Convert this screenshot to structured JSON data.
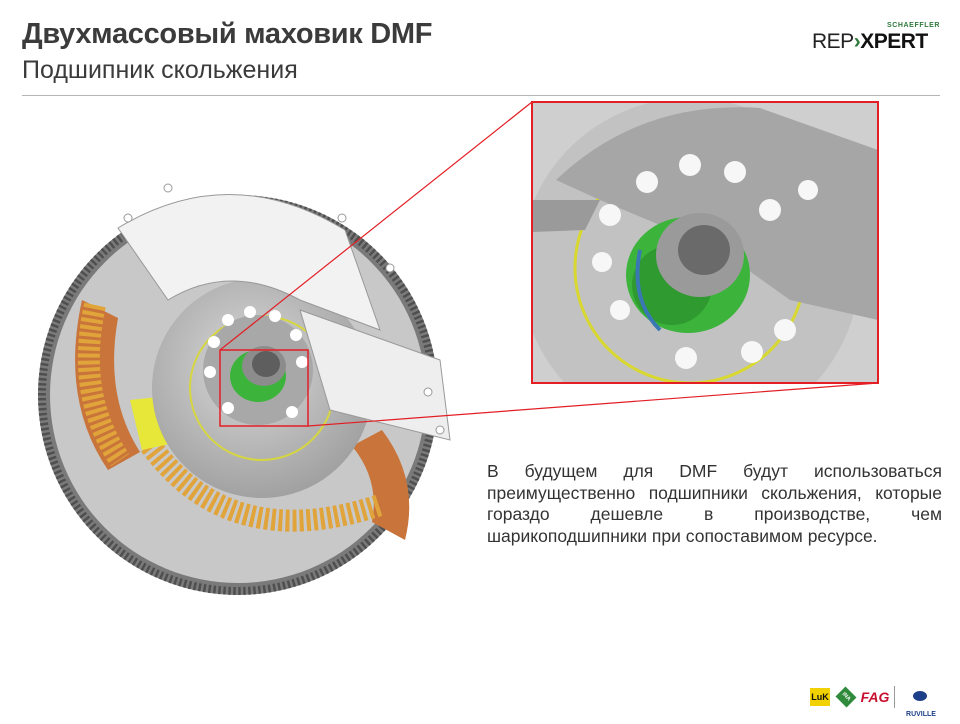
{
  "header": {
    "title": "Двухмассовый маховик DMF",
    "subtitle": "Подшипник скольжения"
  },
  "logo": {
    "schaeffler": "SCHAEFFLER",
    "rep": "REP",
    "xpert": "XPERT"
  },
  "body": {
    "text": "В будущем для DMF будут использоваться преимущественно подшипники скольжения, которые гораздо дешевле в производстве, чем шарикоподшипники при сопоставимом ресурсе."
  },
  "brands": {
    "luk": "LuK",
    "ina": "INA",
    "fag": "FAG",
    "ruville": "RUVILLE"
  },
  "colors": {
    "highlight_box": "#e31e24",
    "bearing_green": "#3cb43c",
    "spring_orange": "#e0a43a",
    "metal_gray": "#bdbdbd"
  }
}
